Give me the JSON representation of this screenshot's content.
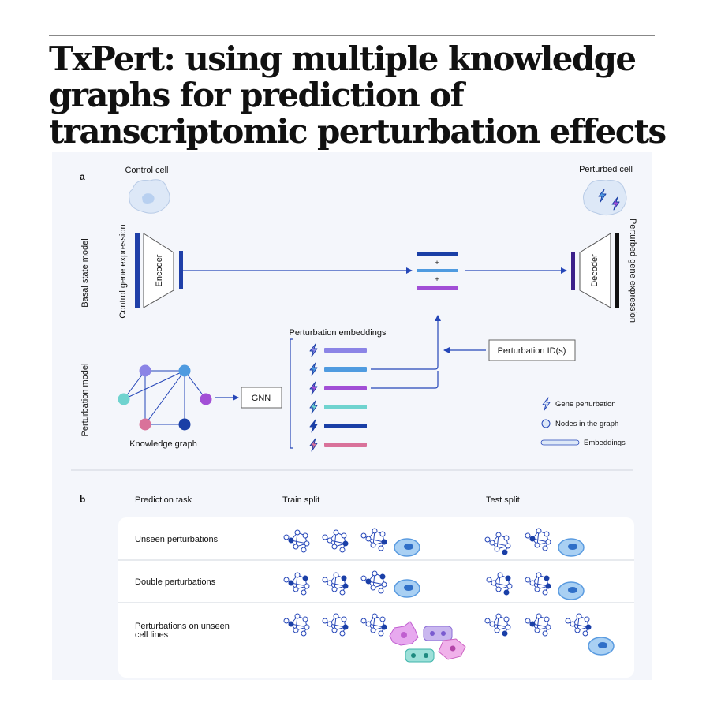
{
  "title": "TxPert: using multiple knowledge graphs for prediction of transcriptomic perturbation effects",
  "panel_a": {
    "label": "a",
    "control_cell": "Control cell",
    "perturbed_cell": "Perturbed cell",
    "basal_state_model": "Basal state model",
    "control_gene_expression": "Control gene expression",
    "encoder": "Encoder",
    "decoder": "Decoder",
    "perturbed_gene_expression": "Perturbed gene expression",
    "plus_sign": "+",
    "perturbation_embeddings": "Perturbation embeddings",
    "perturbation_ids": "Perturbation ID(s)",
    "perturbation_model": "Perturbation model",
    "knowledge_graph": "Knowledge graph",
    "gnn": "GNN",
    "legend": {
      "gene_perturbation": "Gene perturbation",
      "nodes_in_graph": "Nodes in the graph",
      "embeddings": "Embeddings"
    },
    "embedding_colors": [
      "#8b84e6",
      "#4f9be0",
      "#a24fd6",
      "#6fd3cf",
      "#1a3fa6",
      "#d9729a"
    ],
    "node_colors": {
      "purple": "#8b84e6",
      "blue": "#4f9be0",
      "teal": "#6fd3cf",
      "violet": "#a24fd6",
      "pink": "#d9729a",
      "navy": "#1a3fa6"
    }
  },
  "panel_b": {
    "label": "b",
    "prediction_task": "Prediction task",
    "train_split": "Train split",
    "test_split": "Test split",
    "rows": [
      {
        "task": "Unseen perturbations"
      },
      {
        "task": "Double perturbations"
      },
      {
        "task_line1": "Perturbations on unseen",
        "task_line2": "cell lines"
      }
    ]
  },
  "colors": {
    "navy": "#1f3fa8",
    "accent_blue": "#2546b8",
    "panel_bg": "#f4f6fb"
  }
}
